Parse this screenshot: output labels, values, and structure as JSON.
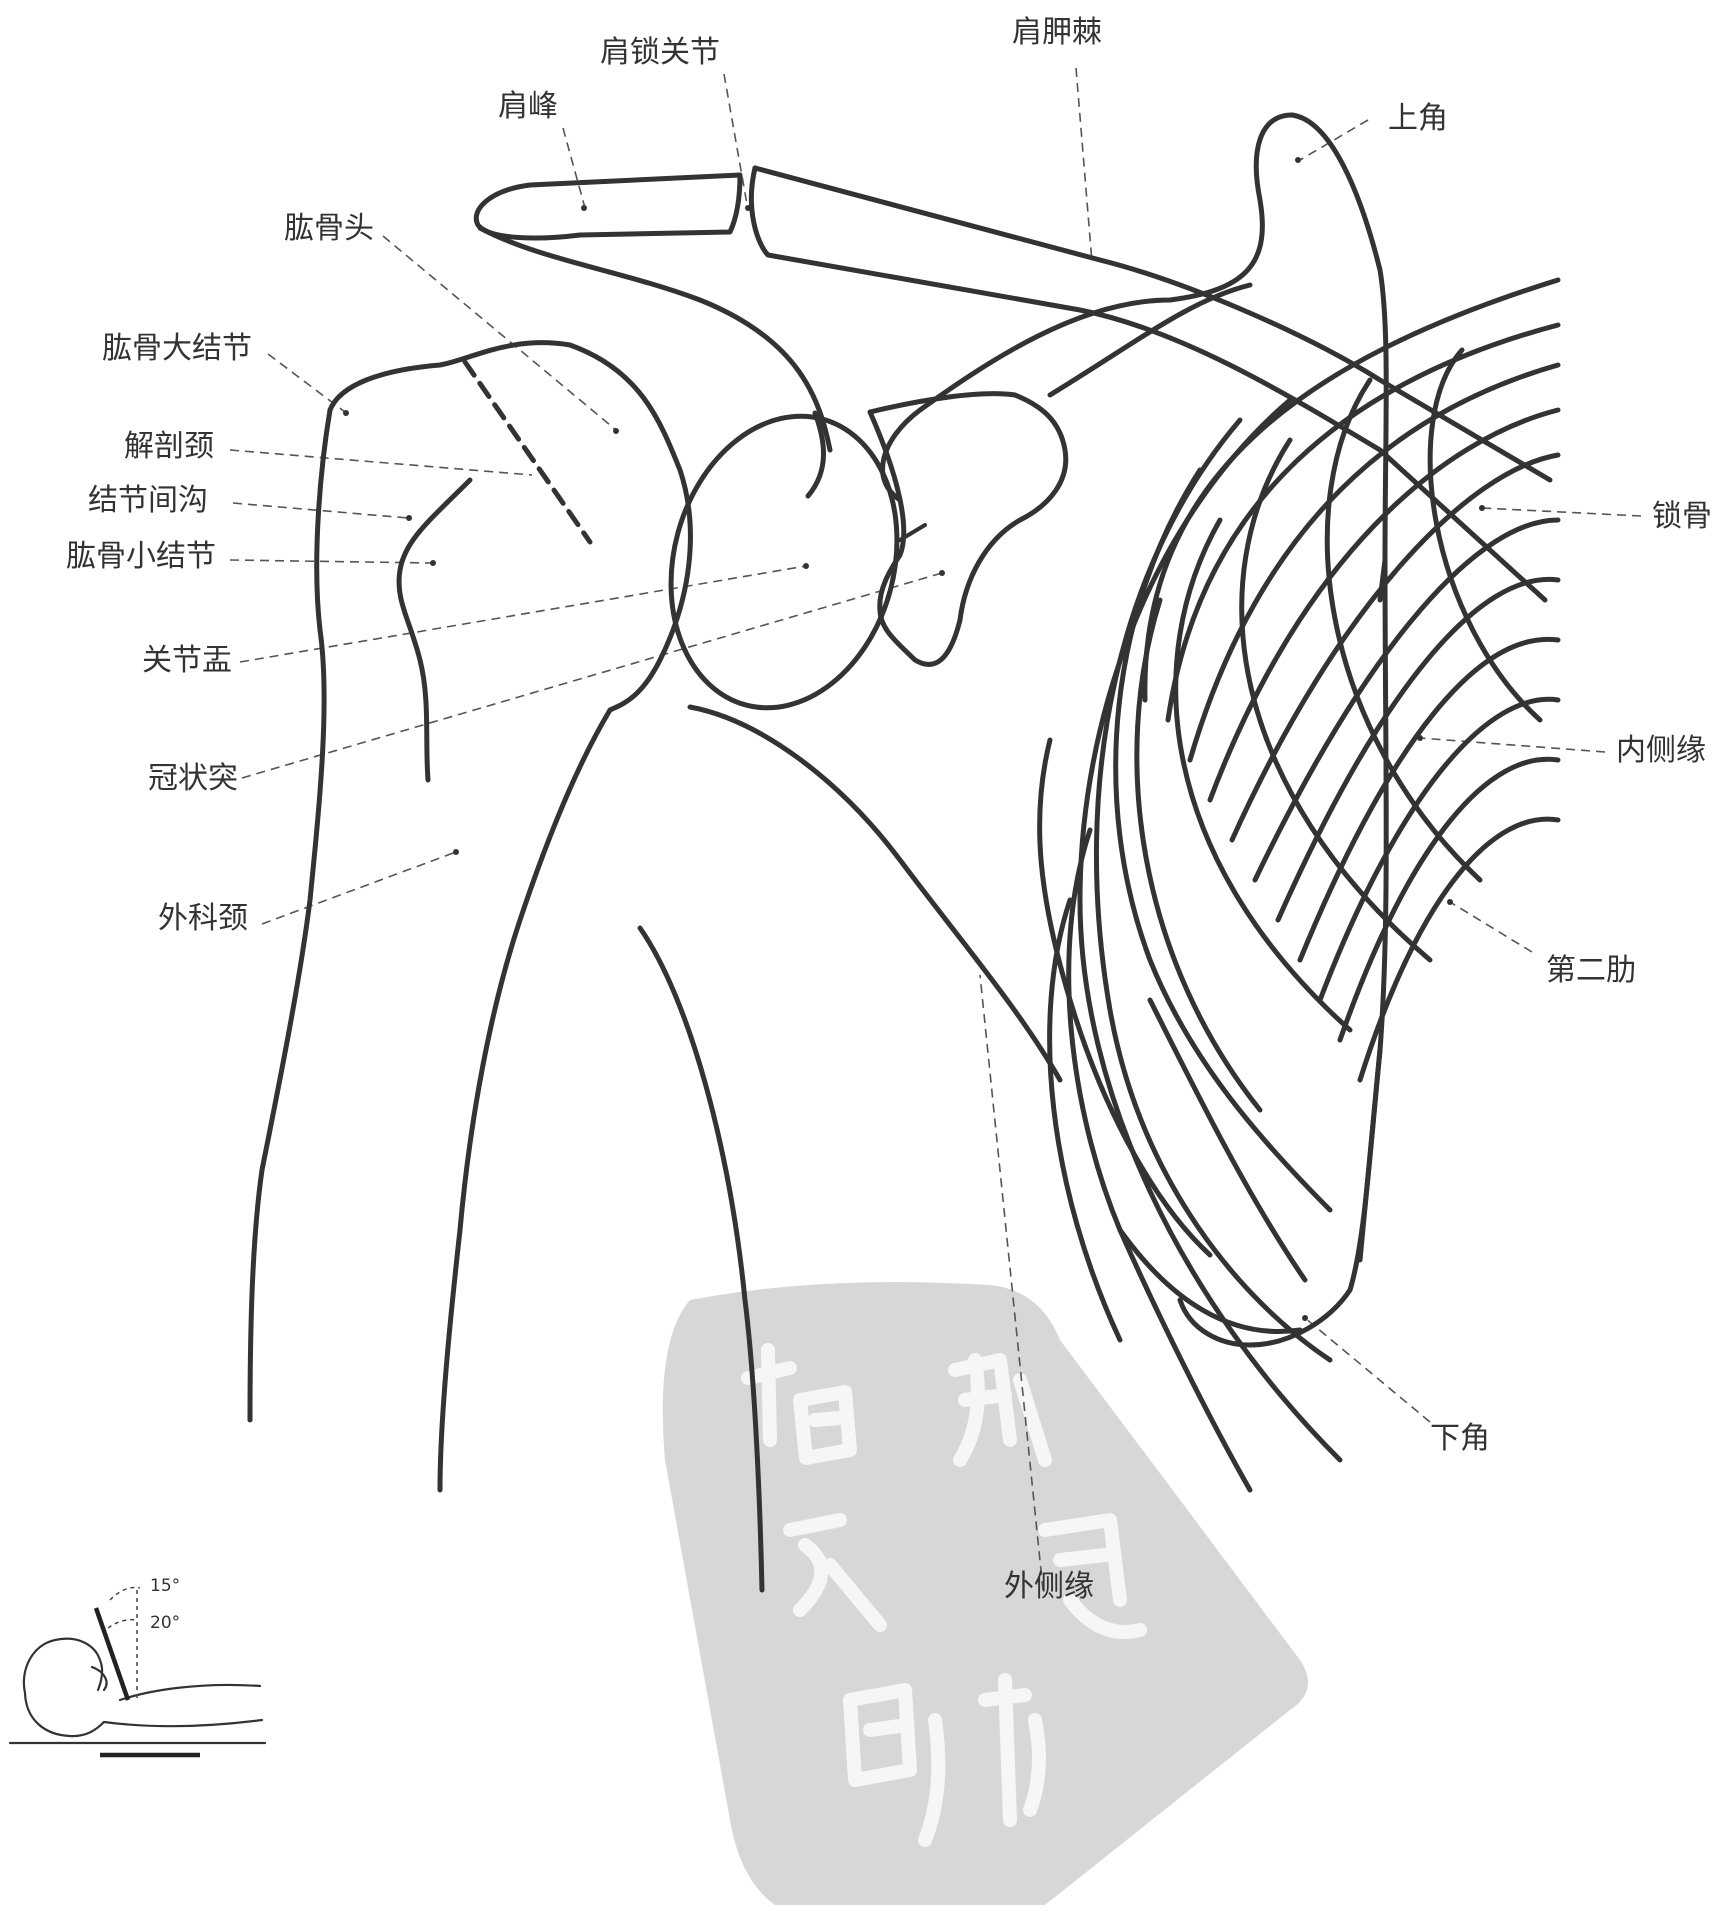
{
  "labels": {
    "acromioclavicular_joint": "肩锁关节",
    "scapular_spine": "肩胛棘",
    "acromion": "肩峰",
    "superior_angle": "上角",
    "humeral_head": "肱骨头",
    "greater_tubercle": "肱骨大结节",
    "anatomical_neck": "解剖颈",
    "intertubercular_groove": "结节间沟",
    "lesser_tubercle": "肱骨小结节",
    "glenoid": "关节盂",
    "coracoid_process": "冠状突",
    "surgical_neck": "外科颈",
    "clavicle": "锁骨",
    "medial_border": "内侧缘",
    "second_rib": "第二肋",
    "lateral_border": "外侧缘",
    "inferior_angle": "下角"
  },
  "inset": {
    "angle_top": "15°",
    "angle_bottom": "20°"
  },
  "colors": {
    "line": "#333333",
    "watermark": "#d7d7d7",
    "background": "#ffffff"
  },
  "icons": {
    "watermark": "seal-stamp-watermark",
    "patient_position": "supine-patient-inset-icon"
  }
}
